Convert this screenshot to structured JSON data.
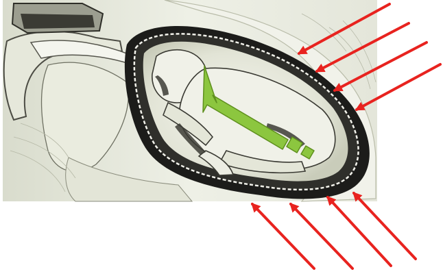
{
  "figure": {
    "subject": "fetus-in-uterus-illustration",
    "background_color": "#ffffff",
    "illustration_base_color": "#eceee2",
    "uterus_wall_color": "#1c1c1a",
    "thrust_arrow": {
      "icon": "thick-arrow-up-left-icon",
      "color": "#8cc63f",
      "stroke_color": "#5e8f1d"
    },
    "pressure_arrows": {
      "icon": "arrow-up-left-icon",
      "color": "#e8231f",
      "upper_group_count": 4,
      "lower_group_count": 4
    }
  }
}
